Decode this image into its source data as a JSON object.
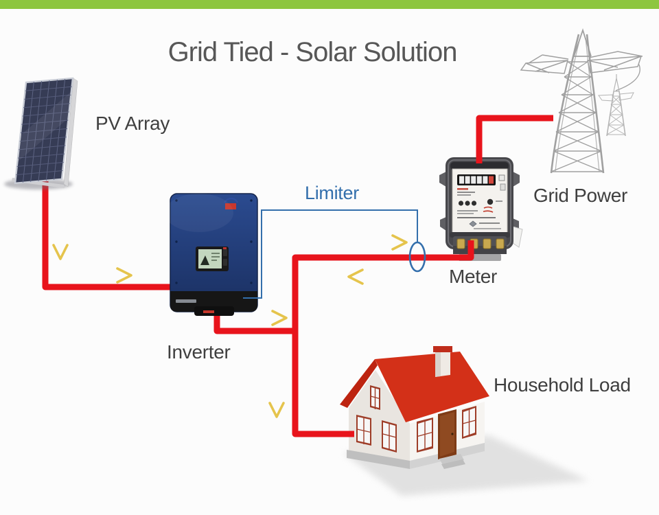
{
  "page": {
    "title": "Grid Tied - Solar Solution"
  },
  "labels": {
    "pv_array": "PV Array",
    "inverter": "Inverter",
    "limiter": "Limiter",
    "meter": "Meter",
    "grid_power": "Grid Power",
    "household_load": "Household Load"
  },
  "colors": {
    "top_bar_green": "#8DC63F",
    "background": "#FCFCFC",
    "title_gray": "#575757",
    "label_dark": "#3F3F3F",
    "wire_red": "#E8141C",
    "limiter_blue": "#336FAC",
    "arrow_tail_brown": "#9F5A24",
    "arrow_head_yellow": "#E5C44C",
    "roof_red": "#D33018",
    "inverter_blue": "#22407D",
    "tower_gray": "#A0A0A0"
  },
  "diagram": {
    "type": "energy-flow",
    "nodes": [
      "PV Array",
      "Inverter",
      "Limiter",
      "Meter",
      "Grid Power",
      "Household Load"
    ],
    "arrows": [
      {
        "at": "pv-array-drop",
        "direction": "down"
      },
      {
        "at": "pv-array-to-inverter",
        "direction": "right"
      },
      {
        "at": "inverter-output",
        "direction": "right"
      },
      {
        "at": "line-toward-meter",
        "direction": "right"
      },
      {
        "at": "line-from-meter",
        "direction": "left"
      },
      {
        "at": "to-household-load",
        "direction": "down"
      }
    ],
    "sensor": {
      "name": "Limiter",
      "attachment": "CT clamp ellipse on the meter line"
    }
  }
}
